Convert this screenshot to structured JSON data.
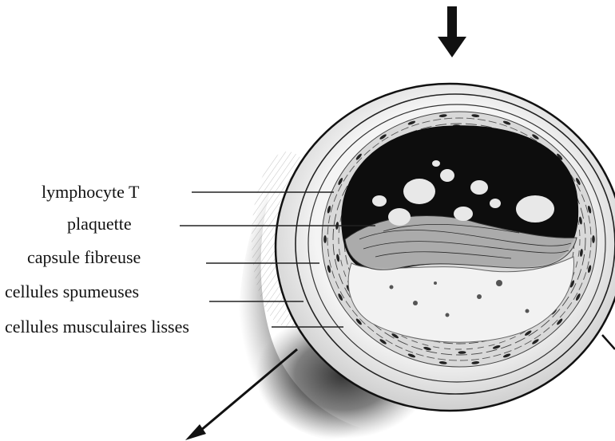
{
  "figure": {
    "labels": [
      {
        "id": "t-lymphocyte",
        "text": "lymphocyte T"
      },
      {
        "id": "platelet",
        "text": "plaquette"
      },
      {
        "id": "fibrous-cap",
        "text": "capsule fibreuse"
      },
      {
        "id": "foam-cells",
        "text": "cellules spumeuses"
      },
      {
        "id": "smooth-muscle-cells",
        "text": "cellules musculaires lisses"
      }
    ]
  },
  "colors": {
    "ink": "#111111",
    "lumen": "#0d0d0d",
    "plaque": "#f2f2f2",
    "wall": "#e6e6e6",
    "shadow": "#2a2a2a"
  }
}
